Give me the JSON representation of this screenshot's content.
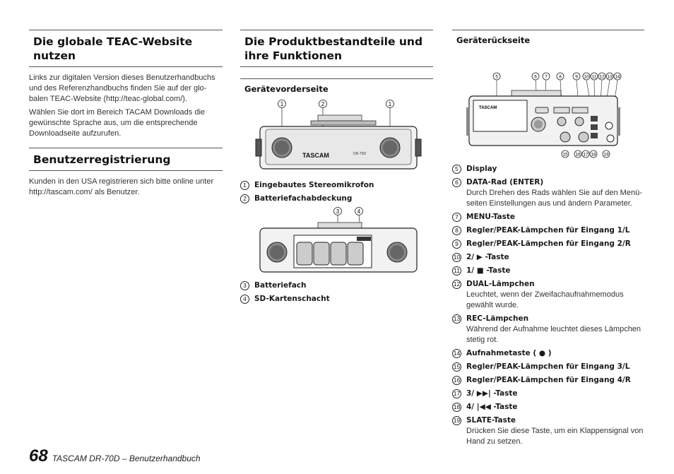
{
  "col1": {
    "heading1": "Die globale TEAC-Website nutzen",
    "para1": "Links zur digitalen Version dieses Benutzerhandbuchs und des Referenzhandbuchs finden Sie auf der glo-balen TEAC-Website (http://teac-global.com/).",
    "para2": "Wählen Sie dort im Bereich TACAM Downloads die gewünschte Sprache aus, um die entsprechende Downloadseite aufzurufen.",
    "heading2": "Benutzerregistrierung",
    "para3": "Kunden in den USA registrieren sich bitte online unter http://tascam.com/ als Benutzer."
  },
  "col2": {
    "heading": "Die Produktbestandteile und ihre Funktionen",
    "sub1": "Gerätevorderseite",
    "fig1_brand": "TASCAM",
    "fig1_model": "DR-70D",
    "fig1_callouts": [
      "1",
      "2",
      "1"
    ],
    "items1": [
      {
        "num": "1",
        "label": "Eingebautes Stereomikrofon"
      },
      {
        "num": "2",
        "label": "Batteriefachabdeckung"
      }
    ],
    "fig2_callouts": [
      "3",
      "4"
    ],
    "items2": [
      {
        "num": "3",
        "label": "Batteriefach"
      },
      {
        "num": "4",
        "label": "SD-Kartenschacht"
      }
    ]
  },
  "col3": {
    "sub": "Geräterückseite",
    "fig_brand": "TASCAM",
    "fig_callouts_top": [
      "5",
      "6",
      "7",
      "8",
      "9",
      "10",
      "11",
      "12",
      "13",
      "14"
    ],
    "fig_callouts_bottom": [
      "15",
      "16",
      "17",
      "18",
      "19"
    ],
    "items": [
      {
        "num": "5",
        "label": "Display",
        "desc": ""
      },
      {
        "num": "6",
        "label": "DATA-Rad (ENTER)",
        "desc": "Durch Drehen des Rads wählen Sie auf den Menü-seiten Einstellungen aus und ändern Parameter."
      },
      {
        "num": "7",
        "label": "MENU-Taste",
        "desc": ""
      },
      {
        "num": "8",
        "label": "Regler/PEAK-Lämpchen für Eingang 1/L",
        "desc": ""
      },
      {
        "num": "9",
        "label": "Regler/PEAK-Lämpchen für Eingang 2/R",
        "desc": ""
      },
      {
        "num": "10",
        "label": "2/ ▶ -Taste",
        "desc": ""
      },
      {
        "num": "11",
        "label": "1/ ■ -Taste",
        "desc": ""
      },
      {
        "num": "12",
        "label": "DUAL-Lämpchen",
        "desc": "Leuchtet, wenn der Zweifachaufnahmemodus gewählt wurde."
      },
      {
        "num": "13",
        "label": "REC-Lämpchen",
        "desc": "Während der Aufnahme leuchtet dieses Lämpchen stetig rot."
      },
      {
        "num": "14",
        "label": "Aufnahmetaste ( ● )",
        "desc": ""
      },
      {
        "num": "15",
        "label": "Regler/PEAK-Lämpchen für Eingang 3/L",
        "desc": ""
      },
      {
        "num": "16",
        "label": "Regler/PEAK-Lämpchen für Eingang 4/R",
        "desc": ""
      },
      {
        "num": "17",
        "label": "3/ ▶▶| -Taste",
        "desc": ""
      },
      {
        "num": "18",
        "label": "4/ |◀◀ -Taste",
        "desc": ""
      },
      {
        "num": "19",
        "label": "SLATE-Taste",
        "desc": "Drücken Sie diese Taste, um ein Klappensignal von Hand zu setzen."
      }
    ]
  },
  "footer": {
    "page": "68",
    "title": "TASCAM DR-70D – Benutzerhandbuch"
  }
}
